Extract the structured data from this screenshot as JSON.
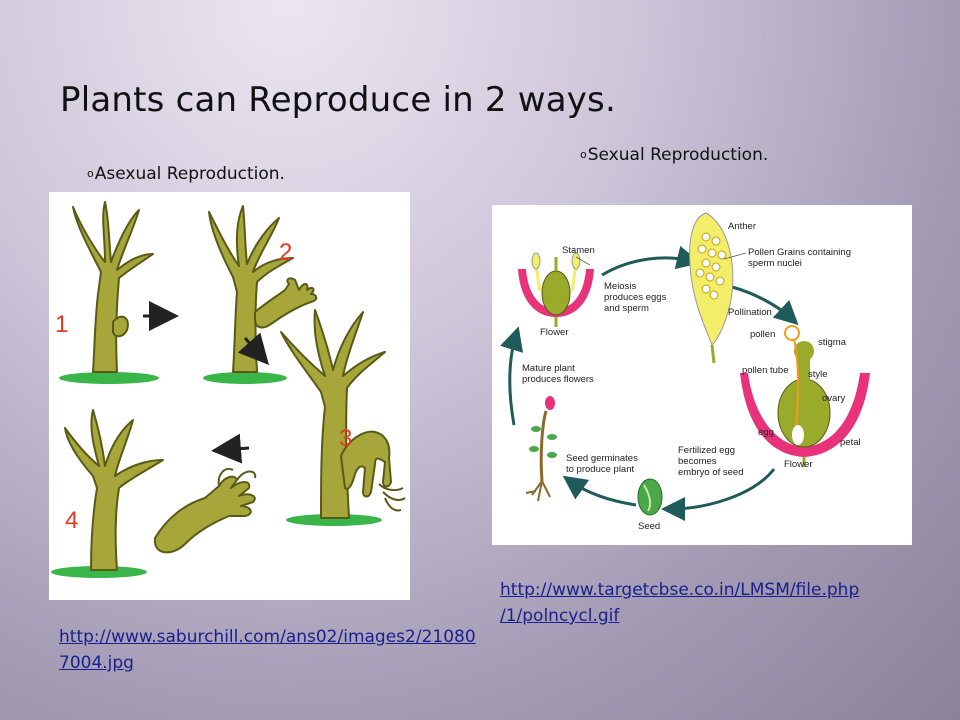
{
  "slide": {
    "title": "Plants can Reproduce in 2 ways.",
    "bullet_mark": "o",
    "bullets": [
      {
        "label": "Asexual Reproduction."
      },
      {
        "label": "Sexual Reproduction."
      }
    ]
  },
  "hydra_diagram": {
    "step_labels": [
      "1",
      "2",
      "3",
      "4"
    ]
  },
  "cycle_diagram": {
    "labels": {
      "stamen": "Stamen",
      "flower_left": "Flower",
      "meiosis": [
        "Meiosis",
        "produces eggs",
        "and sperm"
      ],
      "anther": "Anther",
      "pollen_grains": [
        "Pollen Grains containing",
        "sperm nuclei"
      ],
      "pollination": "Pollination",
      "pollen": "pollen",
      "stigma": "stigma",
      "pollen_tube": "pollen tube",
      "style": "style",
      "ovary": "ovary",
      "egg": "egg",
      "petal": "petal",
      "flower_right": "Flower",
      "fertilized": [
        "Fertilized egg",
        "becomes",
        "embryo of seed"
      ],
      "seed": "Seed",
      "germinates": [
        "Seed germinates",
        "to produce plant"
      ],
      "mature": [
        "Mature plant",
        "produces flowers"
      ]
    }
  },
  "links": {
    "cycle": [
      "http://www.targetcbse.co.in/LMSM/file.php",
      "/1/polncycl.gif"
    ],
    "hydra": [
      "http://www.saburchill.com/ans02/images2/21080",
      "7004.jpg"
    ]
  },
  "colors": {
    "hydra_body": "#a6a63a",
    "hydra_outline": "#5a5a18",
    "step_number": "#e23a1f",
    "grass": "#39b54a",
    "petal_pink": "#e8327a",
    "cycle_arrow": "#1f5b5b",
    "pollen_yellow": "#f3ee6a",
    "olive": "#9aaa2a",
    "link": "#1a1f8e"
  }
}
